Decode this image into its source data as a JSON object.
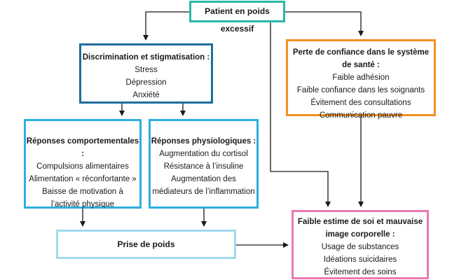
{
  "diagram": {
    "nodes": {
      "patient": {
        "title": "Patient en poids excessif",
        "border_color": "#2ab7a9"
      },
      "discrimination": {
        "title": "Discrimination et stigmatisation :",
        "items": [
          "Stress",
          "Dépression",
          "Anxiété"
        ],
        "border_color": "#1f6d9c"
      },
      "confiance": {
        "title_lines": [
          "Perte de confiance dans le système",
          "de santé :"
        ],
        "items": [
          "Faible adhésion",
          "Faible confiance dans les soignants",
          "Évitement des consultations",
          "Communication pauvre"
        ],
        "border_color": "#f29020"
      },
      "comportementales": {
        "title": "Réponses comportementales :",
        "items": [
          "Compulsions alimentaires",
          "Alimentation  « réconfortante »",
          "Baisse de motivation à",
          "l’activité physique"
        ],
        "border_color": "#2eaee0"
      },
      "physiologiques": {
        "title": "Réponses physiologiques :",
        "items": [
          "Augmentation du cortisol",
          "Résistance à l’insuline",
          "Augmentation des",
          "médiateurs de l’inflammation"
        ],
        "border_color": "#2eaee0"
      },
      "prise": {
        "title": "Prise de poids",
        "border_color": "#a2d9ef"
      },
      "estime": {
        "title_lines": [
          "Faible estime de soi et mauvaise",
          "image corporelle :"
        ],
        "items": [
          "Usage de substances",
          "Idéations suicidaires",
          "Évitement des soins"
        ],
        "border_color": "#e87ab3"
      }
    },
    "edges": [
      {
        "from": "patient",
        "to": "discrimination"
      },
      {
        "from": "patient",
        "to": "confiance"
      },
      {
        "from": "patient",
        "to": "estime"
      },
      {
        "from": "discrimination",
        "to": "comportementales"
      },
      {
        "from": "discrimination",
        "to": "physiologiques"
      },
      {
        "from": "comportementales",
        "to": "prise"
      },
      {
        "from": "physiologiques",
        "to": "prise"
      },
      {
        "from": "prise",
        "to": "estime"
      },
      {
        "from": "confiance",
        "to": "estime"
      }
    ],
    "arrow_color": "#1a1a1a"
  }
}
